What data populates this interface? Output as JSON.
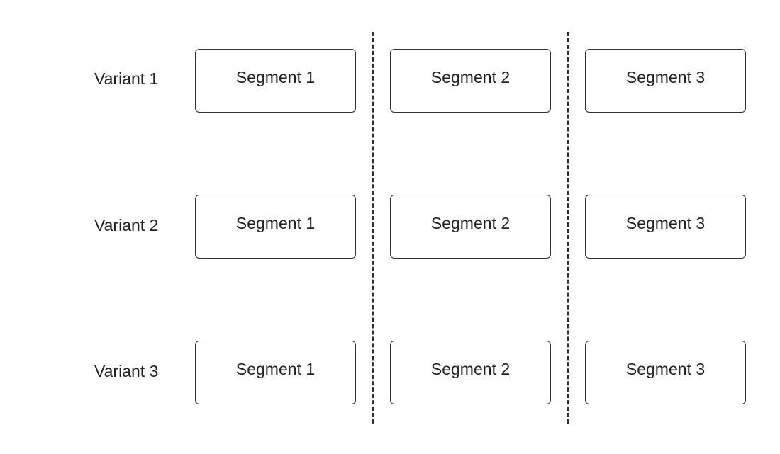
{
  "variants": [
    {
      "label": "Variant 1",
      "segments": [
        "Segment 1",
        "Segment 2",
        "Segment 3"
      ]
    },
    {
      "label": "Variant 2",
      "segments": [
        "Segment 1",
        "Segment 2",
        "Segment 3"
      ]
    },
    {
      "label": "Variant 3",
      "segments": [
        "Segment 1",
        "Segment 2",
        "Segment 3"
      ]
    }
  ],
  "colors": {
    "box_border": "#333333",
    "divider": "#2e2e35",
    "text": "#222222",
    "background": "#ffffff"
  }
}
